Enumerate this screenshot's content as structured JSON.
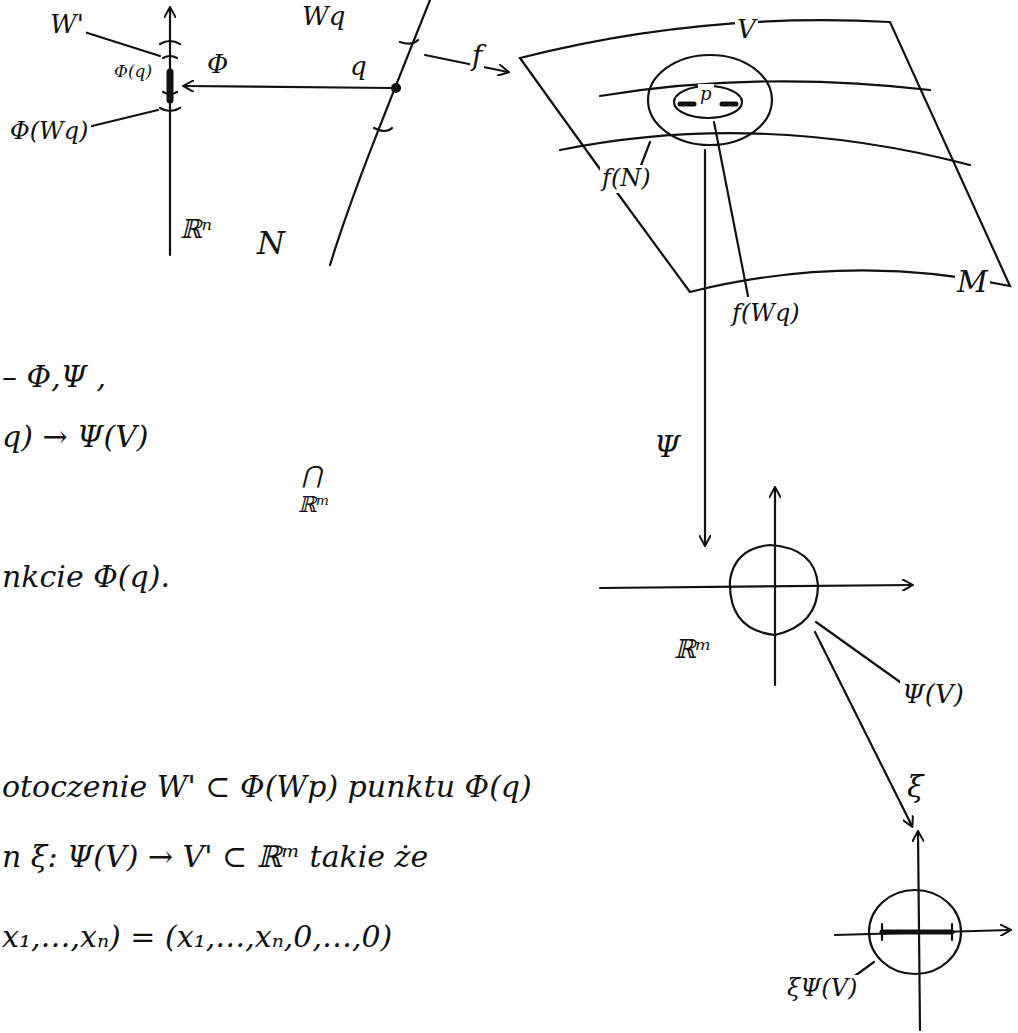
{
  "diagram": {
    "labels": [
      "W'",
      "Φ(q)",
      "Φ",
      "Wq",
      "q",
      "f",
      "Φ(Wq)",
      "ℝⁿ",
      "N",
      "V",
      "p",
      "f(N)",
      "M",
      "f(Wq)",
      "– Φ,Ψ ,",
      "q) → Ψ(V)",
      "⋂",
      "ℝᵐ",
      "Ψ",
      "nkcie Φ(q).",
      "ℝᵐ",
      "Ψ(V)",
      "otoczenie W' ⊂ Φ(Wp) punktu Φ(q)",
      "ξ",
      "n ξ: Ψ(V) → V' ⊂ ℝᵐ takie że",
      "x₁,…,xₙ) = (x₁,…,xₙ,0,…,0)",
      "ξΨ(V)"
    ]
  }
}
